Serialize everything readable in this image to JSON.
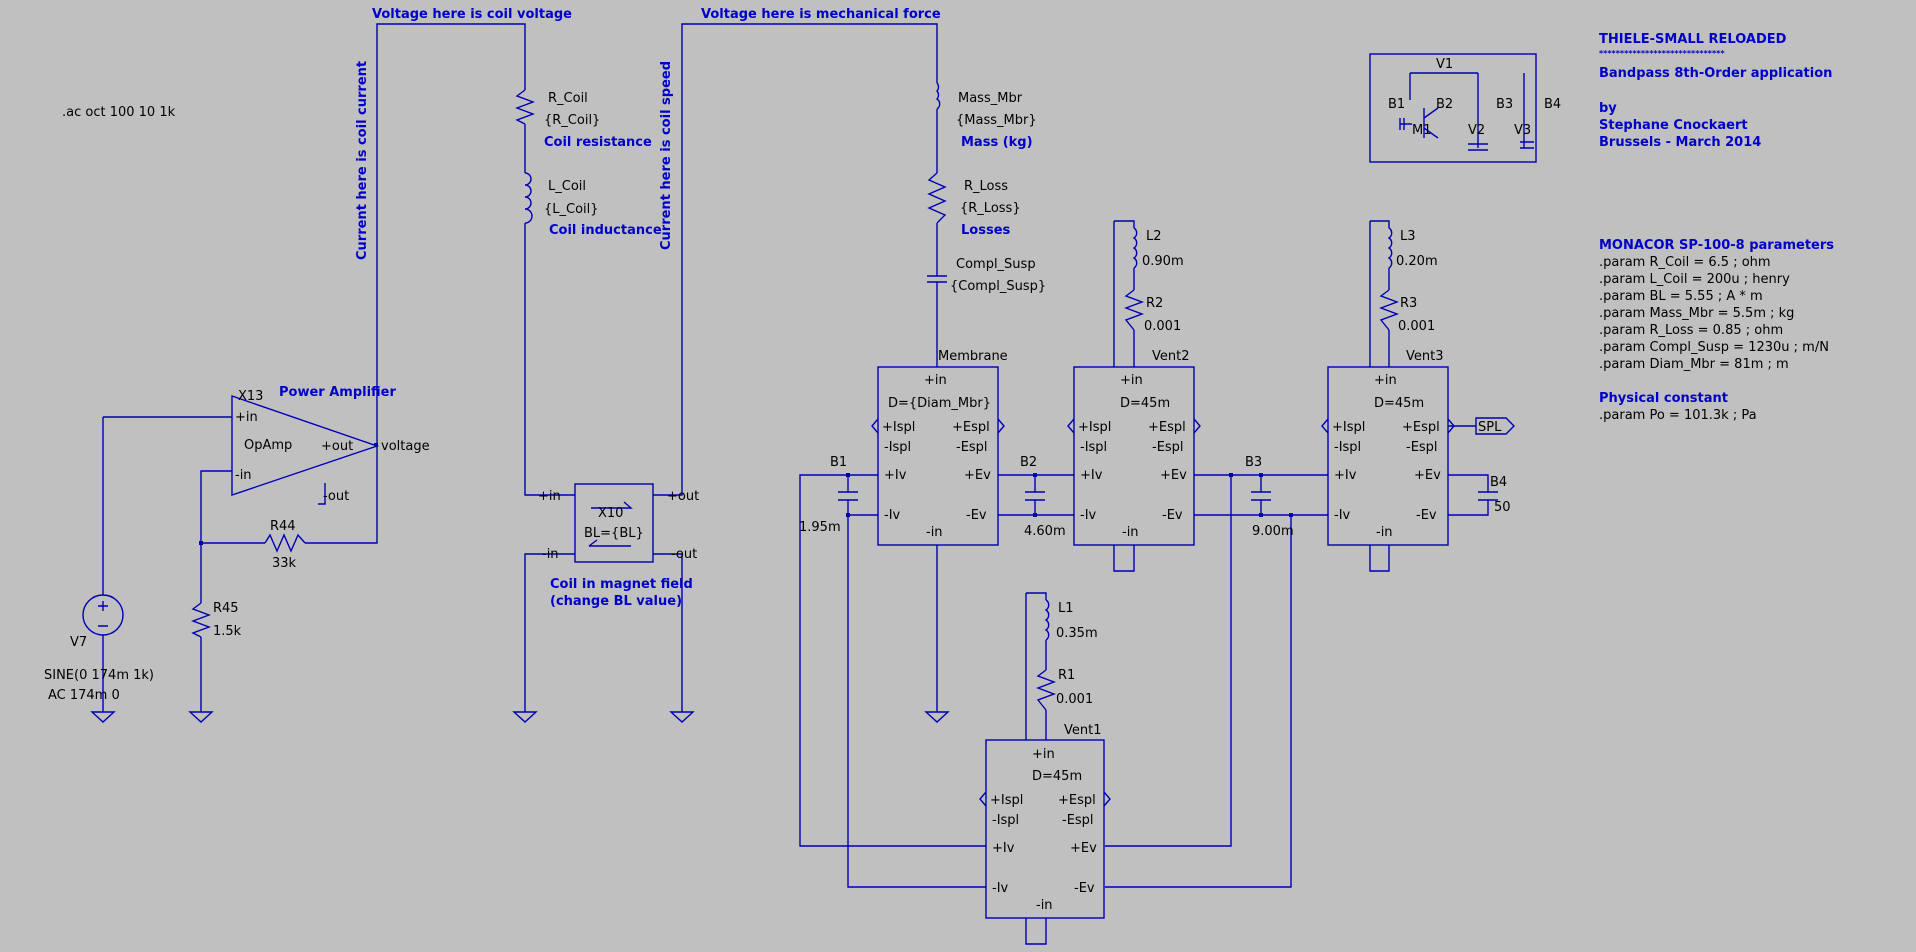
{
  "directive": ".ac oct 100 10 1k",
  "notes": {
    "coil_voltage": "Voltage here is coil voltage",
    "mech_force": "Voltage here is mechanical force",
    "coil_current": "Current here is coil current",
    "coil_speed": "Current here is coil speed"
  },
  "header": {
    "title": "THIELE-SMALL RELOADED",
    "underline": "******************************",
    "subtitle": "Bandpass 8th-Order application",
    "by": "by",
    "author": "Stephane Cnockaert",
    "place": "Brussels - March 2014"
  },
  "params": {
    "heading": "MONACOR SP-100-8 parameters",
    "lines": [
      ".param R_Coil = 6.5 ; ohm",
      ".param L_Coil = 200u ; henry",
      ".param BL = 5.55 ; A * m",
      ".param Mass_Mbr = 5.5m ; kg",
      ".param R_Loss = 0.85 ; ohm",
      ".param Compl_Susp = 1230u ; m/N",
      ".param Diam_Mbr = 81m ; m"
    ],
    "phys_heading": "Physical constant",
    "phys_line": ".param Po = 101.3k ; Pa"
  },
  "legend": {
    "v1": "V1",
    "b1": "B1",
    "b2": "B2",
    "b3": "B3",
    "b4": "B4",
    "m1": "M1",
    "v2": "V2",
    "v3": "V3"
  },
  "amp": {
    "ref": "X13",
    "name": "Power Amplifier",
    "type": "OpAmp",
    "pin_in_p": "+in",
    "pin_in_n": "-in",
    "pin_out_p": "+out",
    "pin_out_n": "-out",
    "net": "voltage"
  },
  "r44": {
    "ref": "R44",
    "value": "33k"
  },
  "r45": {
    "ref": "R45",
    "value": "1.5k"
  },
  "v7": {
    "ref": "V7",
    "sine": "SINE(0 174m 1k)",
    "ac": "AC 174m 0"
  },
  "rcoil": {
    "ref": "R_Coil",
    "value": "{R_Coil}",
    "desc": "Coil resistance"
  },
  "lcoil": {
    "ref": "L_Coil",
    "value": "{L_Coil}",
    "desc": "Coil inductance"
  },
  "x10": {
    "ref": "X10",
    "value": "BL={BL}",
    "pin_in_p": "+in",
    "pin_in_n": "-in",
    "pin_out_p": "+out",
    "pin_out_n": "-out",
    "desc1": "Coil in magnet field",
    "desc2": "(change BL value)"
  },
  "mass": {
    "ref": "Mass_Mbr",
    "value": "{Mass_Mbr}",
    "desc": "Mass (kg)"
  },
  "rloss": {
    "ref": "R_Loss",
    "value": "{R_Loss}",
    "desc": "Losses"
  },
  "compl": {
    "ref": "Compl_Susp",
    "value": "{Compl_Susp}"
  },
  "membrane": {
    "name": "Membrane",
    "param": "D={Diam_Mbr}"
  },
  "vent2": {
    "name": "Vent2",
    "param": "D=45m"
  },
  "vent3": {
    "name": "Vent3",
    "param": "D=45m"
  },
  "vent1": {
    "name": "Vent1",
    "param": "D=45m"
  },
  "pins": {
    "in_p": "+in",
    "in_n": "-in",
    "ispl_p": "+Ispl",
    "ispl_n": "-Ispl",
    "espl_p": "+Espl",
    "espl_n": "-Espl",
    "iv_p": "+Iv",
    "iv_n": "-Iv",
    "ev_p": "+Ev",
    "ev_n": "-Ev"
  },
  "l2": {
    "ref": "L2",
    "value": "0.90m"
  },
  "r2": {
    "ref": "R2",
    "value": "0.001"
  },
  "l3": {
    "ref": "L3",
    "value": "0.20m"
  },
  "r3": {
    "ref": "R3",
    "value": "0.001"
  },
  "l1": {
    "ref": "L1",
    "value": "0.35m"
  },
  "r1": {
    "ref": "R1",
    "value": "0.001"
  },
  "b1": {
    "ref": "B1",
    "value": "1.95m"
  },
  "b2": {
    "ref": "B2",
    "value": "4.60m"
  },
  "b3": {
    "ref": "B3",
    "value": "9.00m"
  },
  "b4": {
    "ref": "B4",
    "value": "50"
  },
  "spl": "SPL"
}
